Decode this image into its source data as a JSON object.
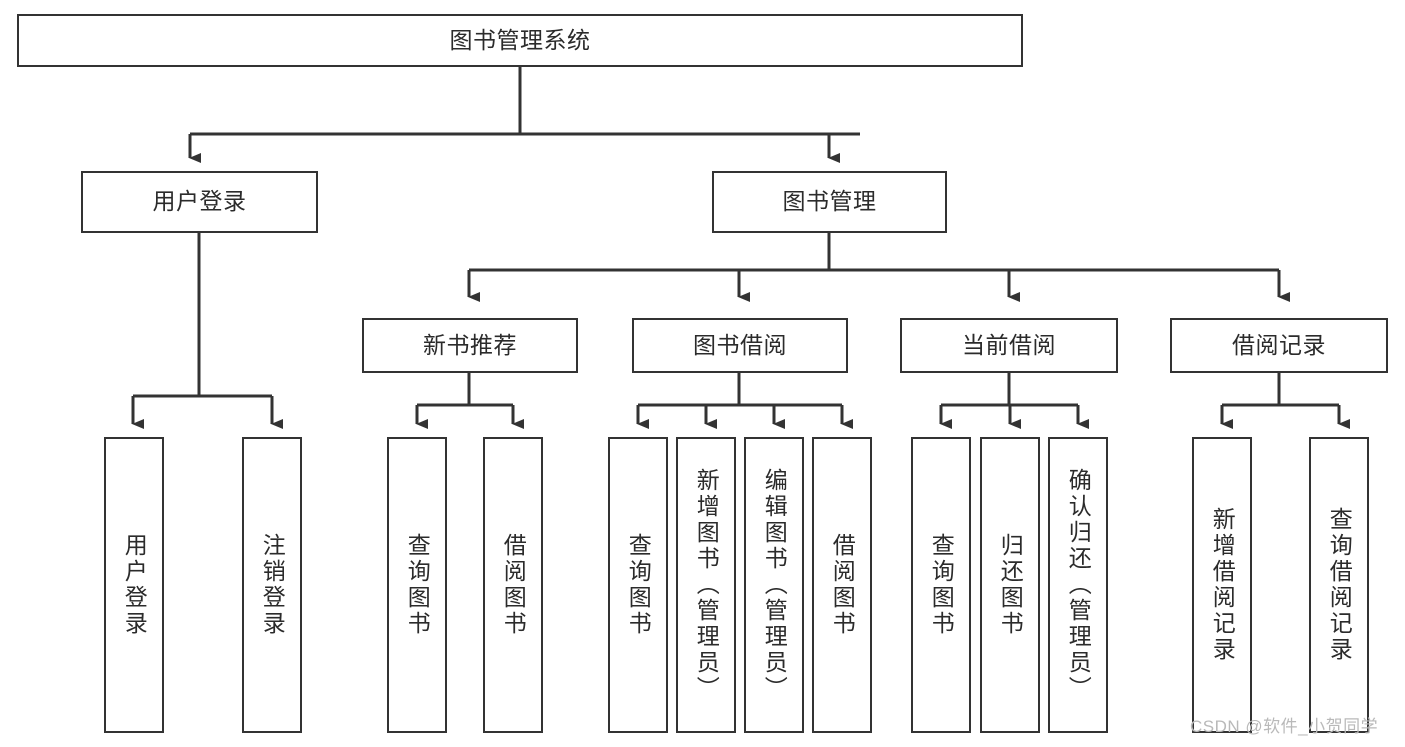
{
  "diagram": {
    "title": "图书管理系统",
    "type": "hierarchy-tree",
    "stroke_color": "#333333",
    "text_color": "#2b2b2b",
    "background_color": "#ffffff",
    "root": {
      "label": "图书管理系统"
    },
    "level2": [
      {
        "label": "用户登录"
      },
      {
        "label": "图书管理"
      }
    ],
    "level3": [
      {
        "label": "新书推荐"
      },
      {
        "label": "图书借阅"
      },
      {
        "label": "当前借阅"
      },
      {
        "label": "借阅记录"
      }
    ],
    "leaves": {
      "user_login": [
        {
          "label": "用户登录"
        },
        {
          "label": "注销登录"
        }
      ],
      "new_book_recommend": [
        {
          "label": "查询图书"
        },
        {
          "label": "借阅图书"
        }
      ],
      "book_borrow": [
        {
          "label": "查询图书"
        },
        {
          "label": "新增图书（管理员）"
        },
        {
          "label": "编辑图书（管理员）"
        },
        {
          "label": "借阅图书"
        }
      ],
      "current_borrow": [
        {
          "label": "查询图书"
        },
        {
          "label": "归还图书"
        },
        {
          "label": "确认归还（管理员）"
        }
      ],
      "borrow_record": [
        {
          "label": "新增借阅记录"
        },
        {
          "label": "查询借阅记录"
        }
      ]
    }
  },
  "watermark": {
    "text": "CSDN @软件_小贺同学"
  }
}
